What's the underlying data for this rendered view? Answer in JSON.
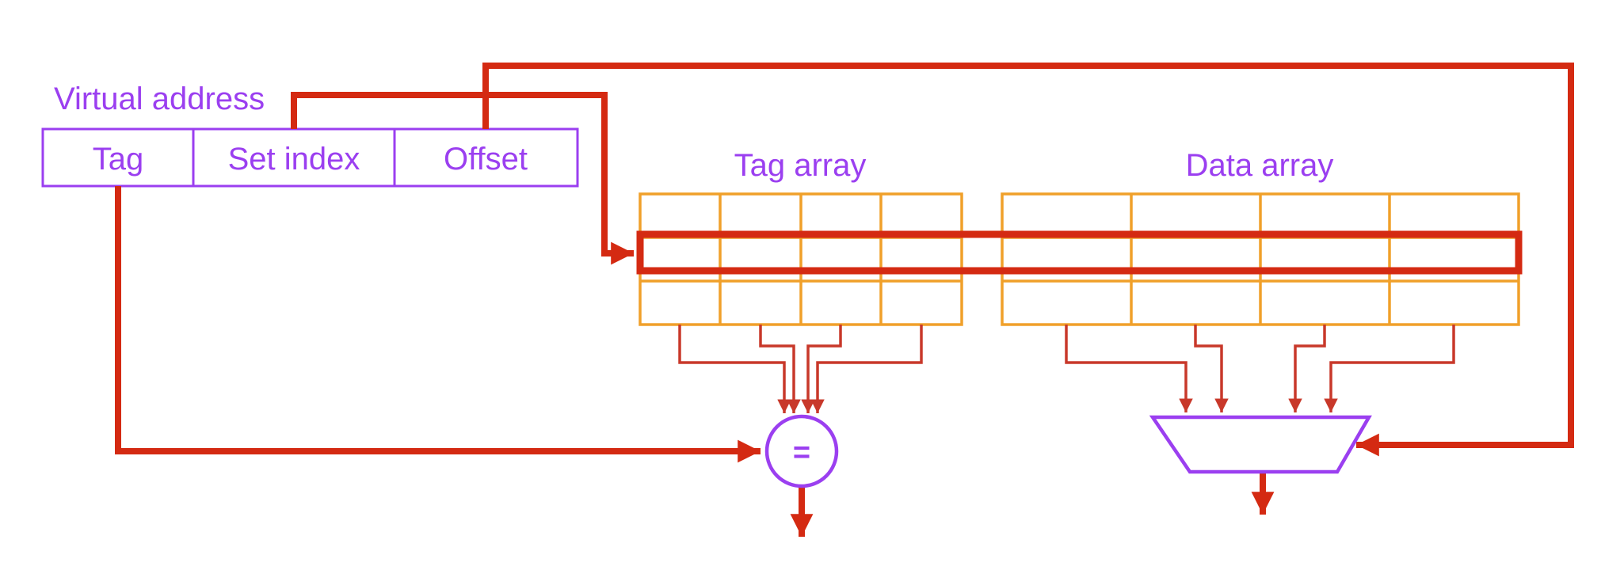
{
  "virtual_address": {
    "title": "Virtual address",
    "fields": [
      "Tag",
      "Set index",
      "Offset"
    ]
  },
  "tag_array": {
    "title": "Tag array"
  },
  "data_array": {
    "title": "Data array"
  },
  "comparator": {
    "symbol": "="
  },
  "colors": {
    "label": "#9b3ff0",
    "grid": "#f0a02a",
    "wire": "#d42a12"
  }
}
